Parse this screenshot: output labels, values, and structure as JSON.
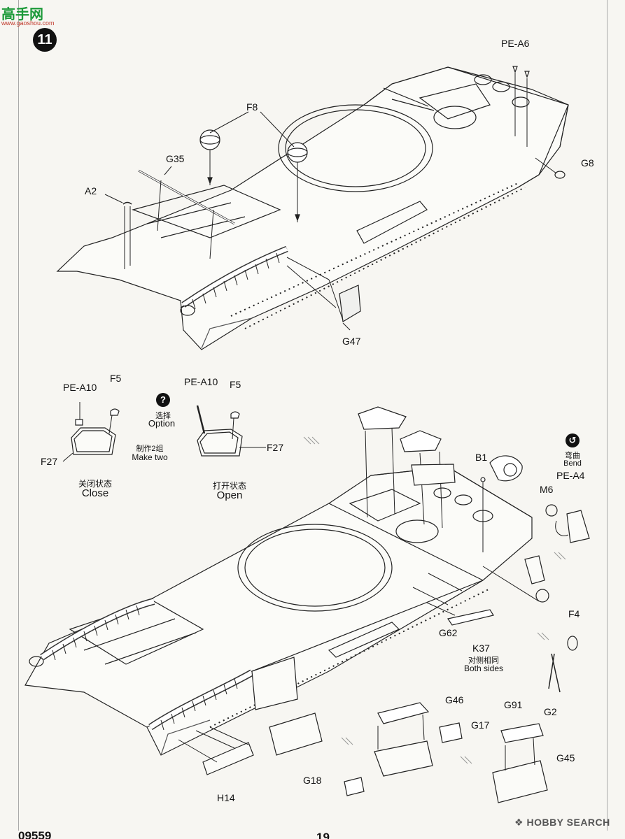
{
  "step": {
    "number": "11"
  },
  "watermarks": {
    "left_brand": "高手网",
    "left_url": "www.gaoshou.com",
    "right_brand": "HOBBY SEARCH",
    "right_icon": "hobbysearch-logo-icon"
  },
  "footer": {
    "catalog_no": "09559",
    "page_no": "19"
  },
  "top_labels": {
    "pe_a6": "PE-A6",
    "f8": "F8",
    "g35": "G35",
    "a2": "A2",
    "g8": "G8",
    "g47": "G47"
  },
  "hatch_detail": {
    "close": {
      "pe_a10": "PE-A10",
      "f5": "F5",
      "f27": "F27",
      "caption_cn": "关闭状态",
      "caption_en": "Close"
    },
    "open": {
      "pe_a10": "PE-A10",
      "f5": "F5",
      "f27": "F27",
      "caption_cn": "打开状态",
      "caption_en": "Open"
    },
    "option": {
      "icon": "question-icon",
      "cn": "选择",
      "en": "Option"
    },
    "make_two": {
      "cn": "制作2组",
      "en": "Make two"
    }
  },
  "bottom_labels": {
    "b1": "B1",
    "m6": "M6",
    "pe_a4": "PE-A4",
    "f4": "F4",
    "g2": "G2",
    "g62": "G62",
    "k37": "K37",
    "both_sides_cn": "对侧相同",
    "both_sides_en": "Both sides",
    "g46": "G46",
    "g17": "G17",
    "g18": "G18",
    "g91": "G91",
    "g45": "G45",
    "h14": "H14"
  },
  "bend": {
    "icon": "bend-icon",
    "cn": "弯曲",
    "en": "Bend"
  }
}
